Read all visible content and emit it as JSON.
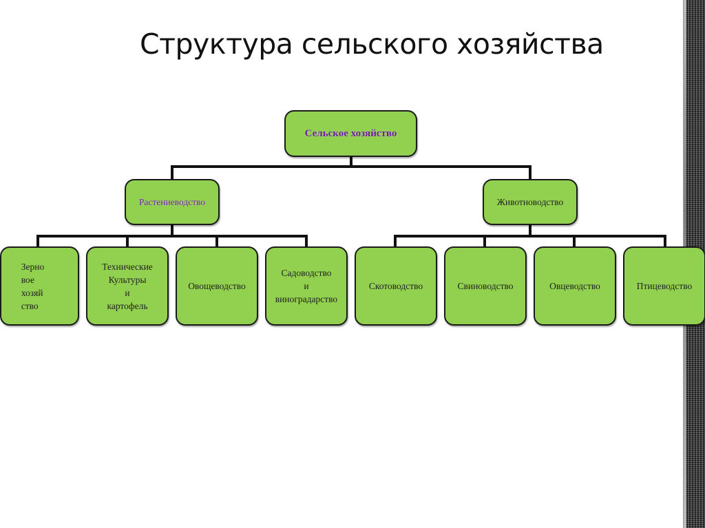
{
  "title": "Структура сельского хозяйства",
  "diagram": {
    "root": {
      "label": "Сельское хозяйство",
      "color": "#6a1b9a"
    },
    "branches": [
      {
        "label": "Растениеводство",
        "color": "#6a1b9a",
        "children": [
          {
            "label": "Зерно\nвое\nхозяй\nство"
          },
          {
            "label": "Технические\nКультуры\nи\nкартофель"
          },
          {
            "label": "Овощеводство"
          },
          {
            "label": "Садоводство\nи\nвиноградарство"
          }
        ]
      },
      {
        "label": "Животноводство",
        "children": [
          {
            "label": "Скотоводство"
          },
          {
            "label": "Свиноводство"
          },
          {
            "label": "Овцеводство"
          },
          {
            "label": "Птицеводство"
          }
        ]
      }
    ],
    "colors": {
      "fill": "#92d050",
      "border": "#1a1a1a",
      "connector": "#111111"
    }
  }
}
